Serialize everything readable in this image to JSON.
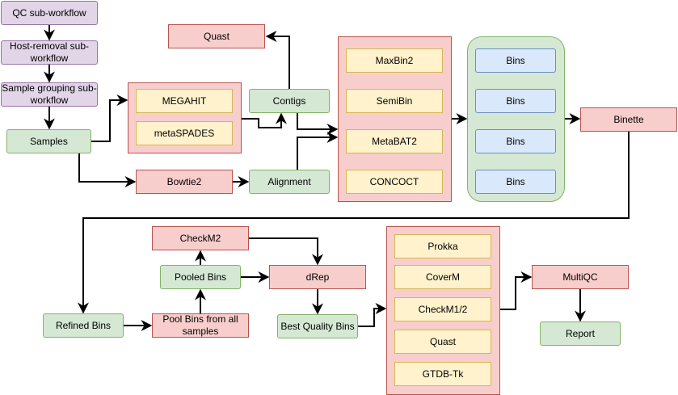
{
  "nodes": {
    "qc": "QC sub-workflow",
    "host_removal": "Host-removal sub-workflow",
    "sample_grouping": "Sample grouping sub-workflow",
    "samples": "Samples",
    "megahit": "MEGAHIT",
    "metaspades": "metaSPADES",
    "bowtie2": "Bowtie2",
    "quast_top": "Quast",
    "contigs": "Contigs",
    "alignment": "Alignment",
    "maxbin2": "MaxBin2",
    "semibin": "SemiBin",
    "metabat2": "MetaBAT2",
    "concoct": "CONCOCT",
    "bins_1": "Bins",
    "bins_2": "Bins",
    "bins_3": "Bins",
    "bins_4": "Bins",
    "binette": "Binette",
    "refined_bins": "Refined Bins",
    "pool_bins": "Pool Bins from all samples",
    "pooled_bins": "Pooled Bins",
    "checkm2": "CheckM2",
    "drep": "dRep",
    "best_quality_bins": "Best Quality Bins",
    "prokka": "Prokka",
    "coverm": "CoverM",
    "checkm1_2": "CheckM1/2",
    "quast_bottom": "Quast",
    "gtdbtk": "GTDB-Tk",
    "multiqc": "MultiQC",
    "report": "Report"
  },
  "colors": {
    "workflow_fill": "#e1d5e7",
    "data_fill": "#d5e8d4",
    "tool_fill": "#f8cecc",
    "binner_fill": "#fff2cc",
    "bins_fill": "#dae8fc",
    "edge": "#000000"
  }
}
